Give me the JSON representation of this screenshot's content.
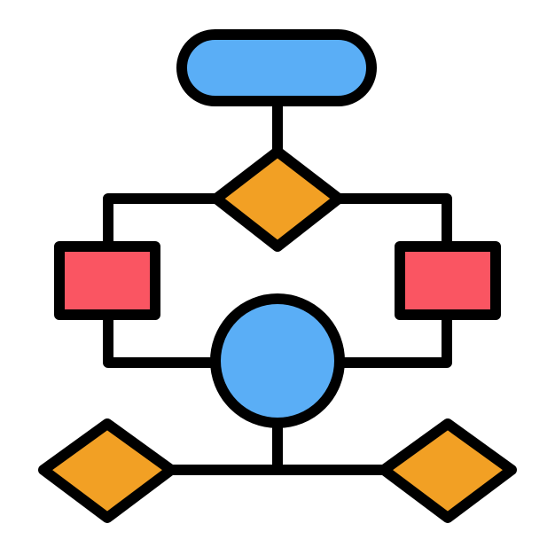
{
  "icon": {
    "name": "flowchart-icon",
    "colors": {
      "outline": "#000000",
      "terminator_fill": "#5aaef6",
      "decision_fill": "#f2a024",
      "process_fill": "#fa5562",
      "connector_fill": "#5aaef6",
      "background": "#ffffff"
    },
    "shapes": [
      "terminator",
      "decision",
      "process-left",
      "process-right",
      "connector",
      "decision-bottom-left",
      "decision-bottom-right"
    ]
  }
}
